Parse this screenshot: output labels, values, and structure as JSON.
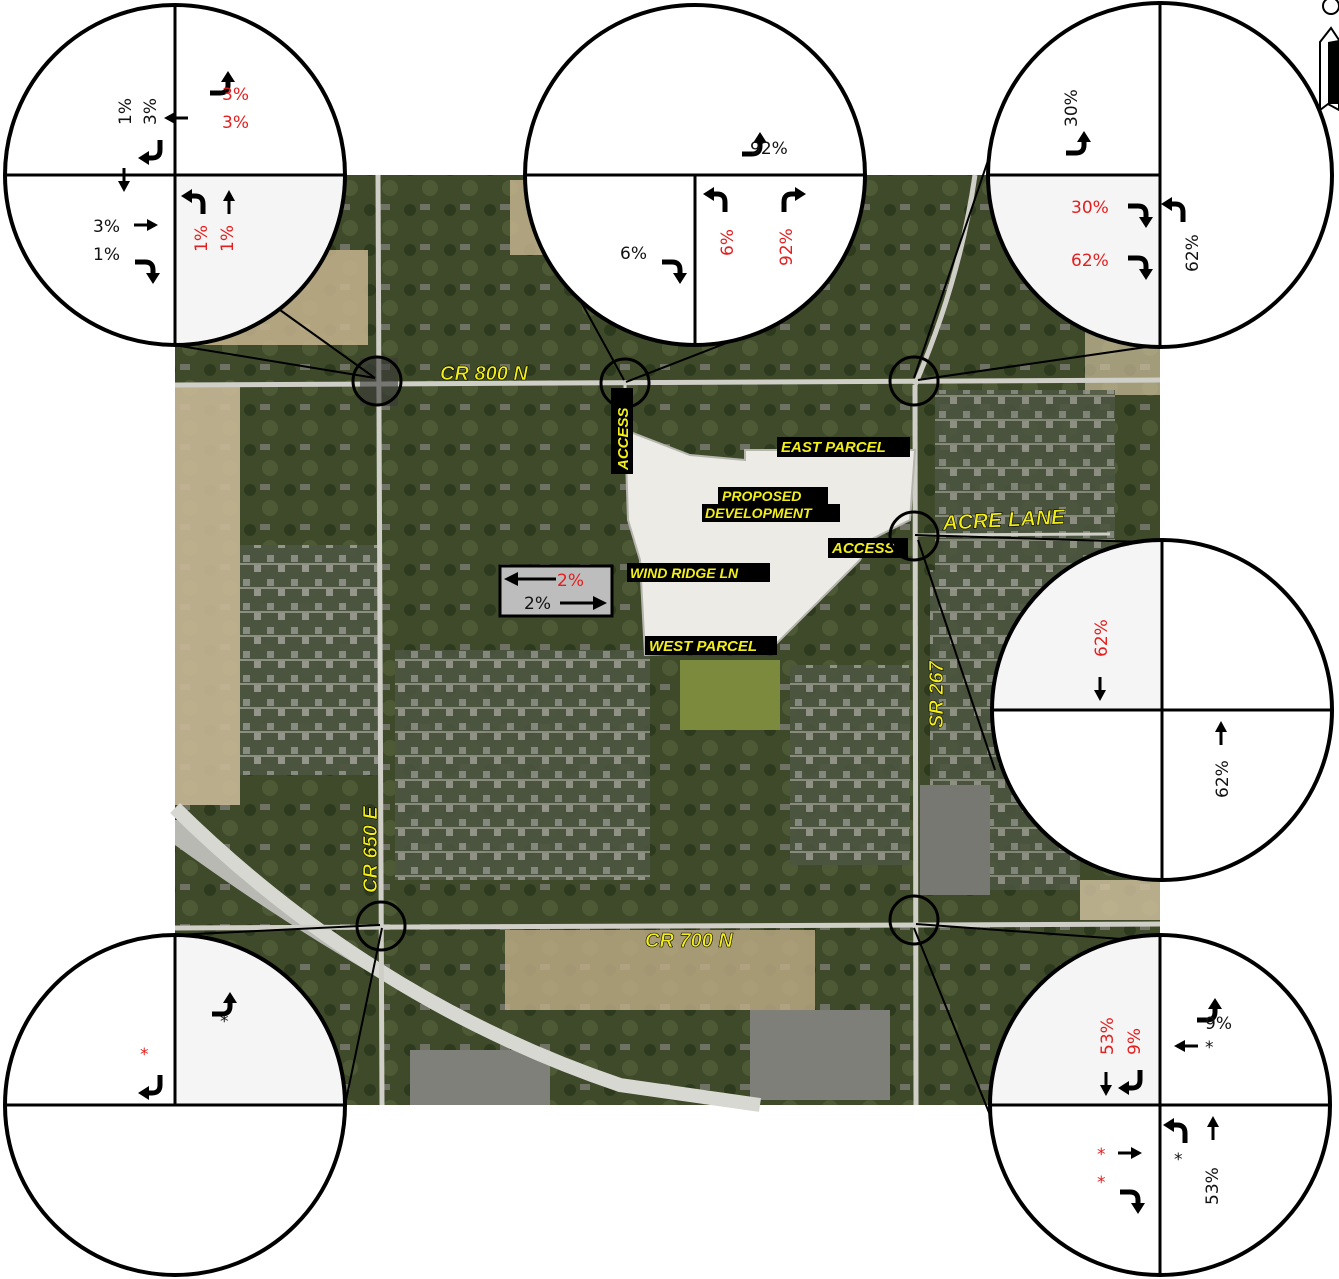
{
  "roads": {
    "cr800n": "CR 800 N",
    "cr700n": "CR 700 N",
    "cr650e": "CR 650 E",
    "sr267": "SR 267",
    "acre_lane": "ACRE LANE",
    "wind_ridge": "WIND RIDGE LN"
  },
  "labels": {
    "access_north": "ACCESS",
    "access_east": "ACCESS",
    "east_parcel": "EAST PARCEL",
    "proposed_1": "PROPOSED",
    "proposed_2": "DEVELOPMENT",
    "west_parcel": "WEST PARCEL"
  },
  "wind_ridge_box": {
    "west": "2%",
    "east": "2%"
  },
  "colors": {
    "existing": "#111111",
    "development": "#e41e1e",
    "road_label": "#f2ee1a"
  },
  "icons": [
    "north-arrow-icon",
    "through-arrow-icon",
    "left-turn-arrow-icon",
    "right-turn-arrow-icon"
  ],
  "intersections": {
    "nw": {
      "v1": "1%",
      "v2": "3%",
      "v3": "3%",
      "v4": "3%",
      "v5": "3%",
      "v6": "1%",
      "v7": "1%",
      "v8": "1%"
    },
    "n_access": {
      "v1": "92%",
      "v2": "6%",
      "v3": "6%",
      "v4": "92%"
    },
    "ne": {
      "v1": "30%",
      "v2": "30%",
      "v3": "62%",
      "v4": "62%"
    },
    "acre": {
      "v1": "62%",
      "v2": "62%"
    },
    "sw": {
      "v1": "*",
      "v2": "*"
    },
    "se": {
      "v1": "9%",
      "v2": "*",
      "v3": "53%",
      "v4": "9%",
      "v5": "*",
      "v6": "*",
      "v7": "*",
      "v8": "53%"
    }
  }
}
